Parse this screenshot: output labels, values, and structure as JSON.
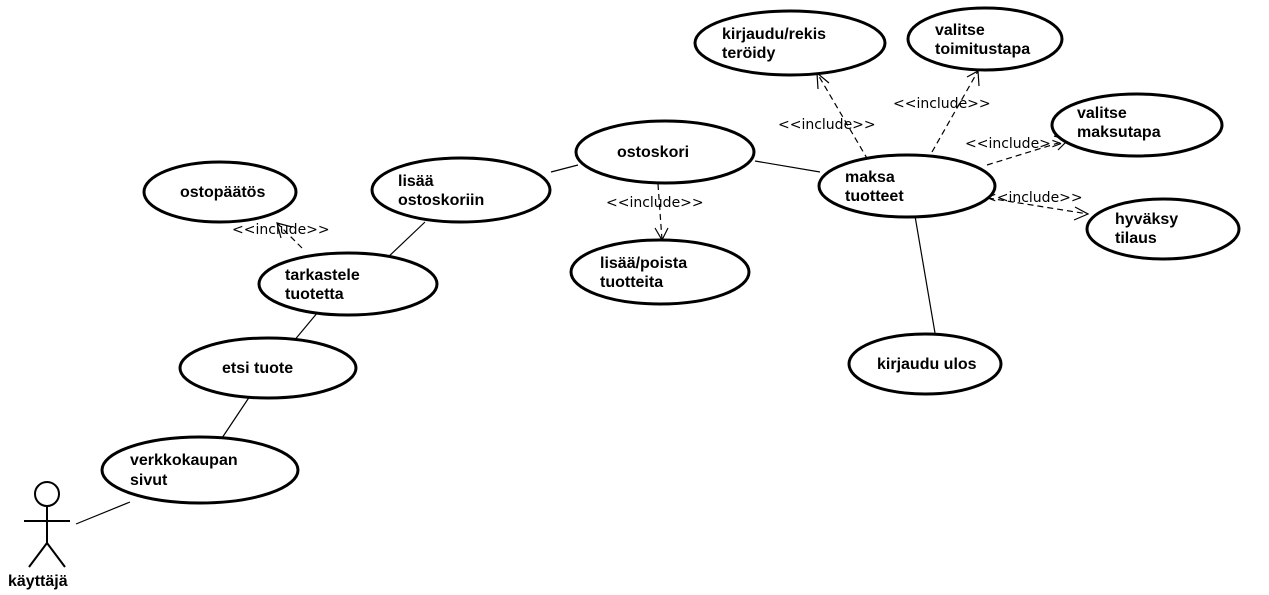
{
  "actor": {
    "name": "käyttäjä"
  },
  "use_cases": {
    "verkkokaupan_sivut": [
      "verkkokaupan",
      "sivut"
    ],
    "etsi_tuote": [
      "etsi tuote"
    ],
    "tarkastele_tuotetta": [
      "tarkastele",
      "tuotetta"
    ],
    "ostopaatos": [
      "ostopäätös"
    ],
    "lisaa_ostoskoriin": [
      "lisää",
      "ostoskoriin"
    ],
    "ostoskori": [
      "ostoskori"
    ],
    "lisaa_poista": [
      "lisää/poista",
      "tuotteita"
    ],
    "maksa_tuotteet": [
      "maksa",
      "tuotteet"
    ],
    "kirjaudu_rekisteroidy": [
      "kirjaudu/rekis",
      "teröidy"
    ],
    "valitse_toimitustapa": [
      "valitse",
      "toimitustapa"
    ],
    "valitse_maksutapa": [
      "valitse",
      "maksutapa"
    ],
    "hyvaksy_tilaus": [
      "hyväksy",
      "tilaus"
    ],
    "kirjaudu_ulos": [
      "kirjaudu ulos"
    ]
  },
  "stereotypes": {
    "ostopaatos": "<<include>>",
    "lisaa_poista": "<<include>>",
    "kirjaudu_rekisteroidy": "<<include>>",
    "valitse_toimitustapa": "<<include>>",
    "valitse_maksutapa": "<<include>>",
    "hyvaksy_tilaus": "<<include>>"
  }
}
